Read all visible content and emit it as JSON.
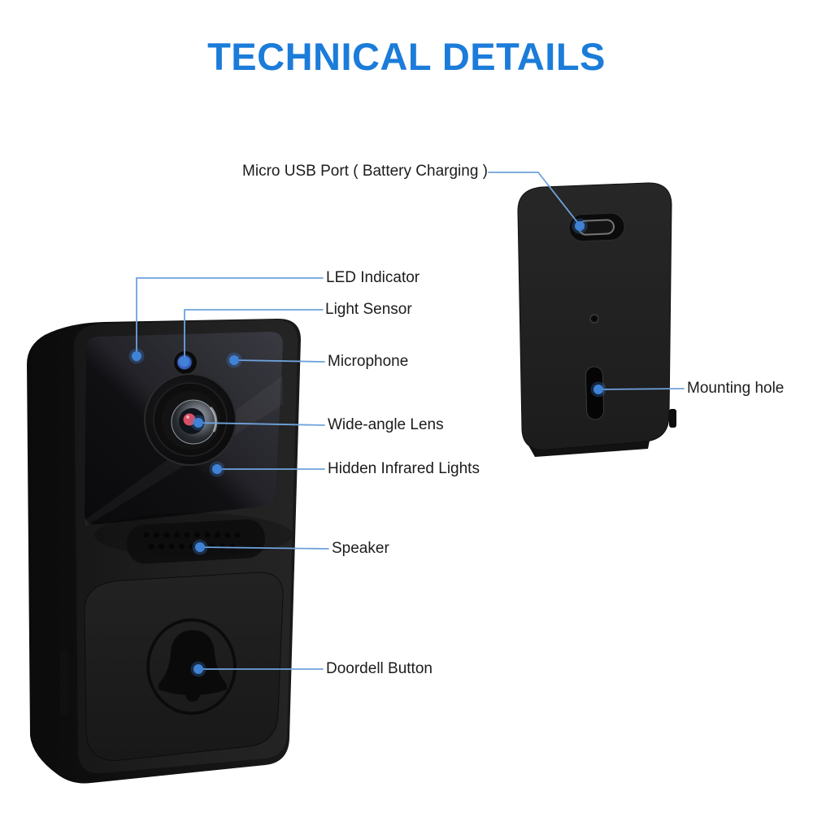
{
  "header": {
    "title": "TECHNICAL DETAILS"
  },
  "callouts": {
    "micro_usb": {
      "label": "Micro USB Port ( Battery Charging )"
    },
    "led_indicator": {
      "label": "LED Indicator"
    },
    "light_sensor": {
      "label": "Light Sensor"
    },
    "microphone": {
      "label": "Microphone"
    },
    "wide_angle_lens": {
      "label": "Wide-angle Lens"
    },
    "hidden_infrared": {
      "label": "Hidden Infrared Lights"
    },
    "speaker": {
      "label": "Speaker"
    },
    "doorbell_button": {
      "label": "Doordell Button"
    },
    "mounting_hole": {
      "label": "Mounting hole"
    }
  },
  "colors": {
    "background": "#ffffff",
    "title": "#1b7cd9",
    "label_text": "#1c1c1c",
    "callout_line": "#6fa3dc",
    "callout_dot": "#3f82d6",
    "device_body": "#1e1e1e",
    "lens_red": "#d94f63",
    "sensor_blue": "#4a66d6"
  }
}
